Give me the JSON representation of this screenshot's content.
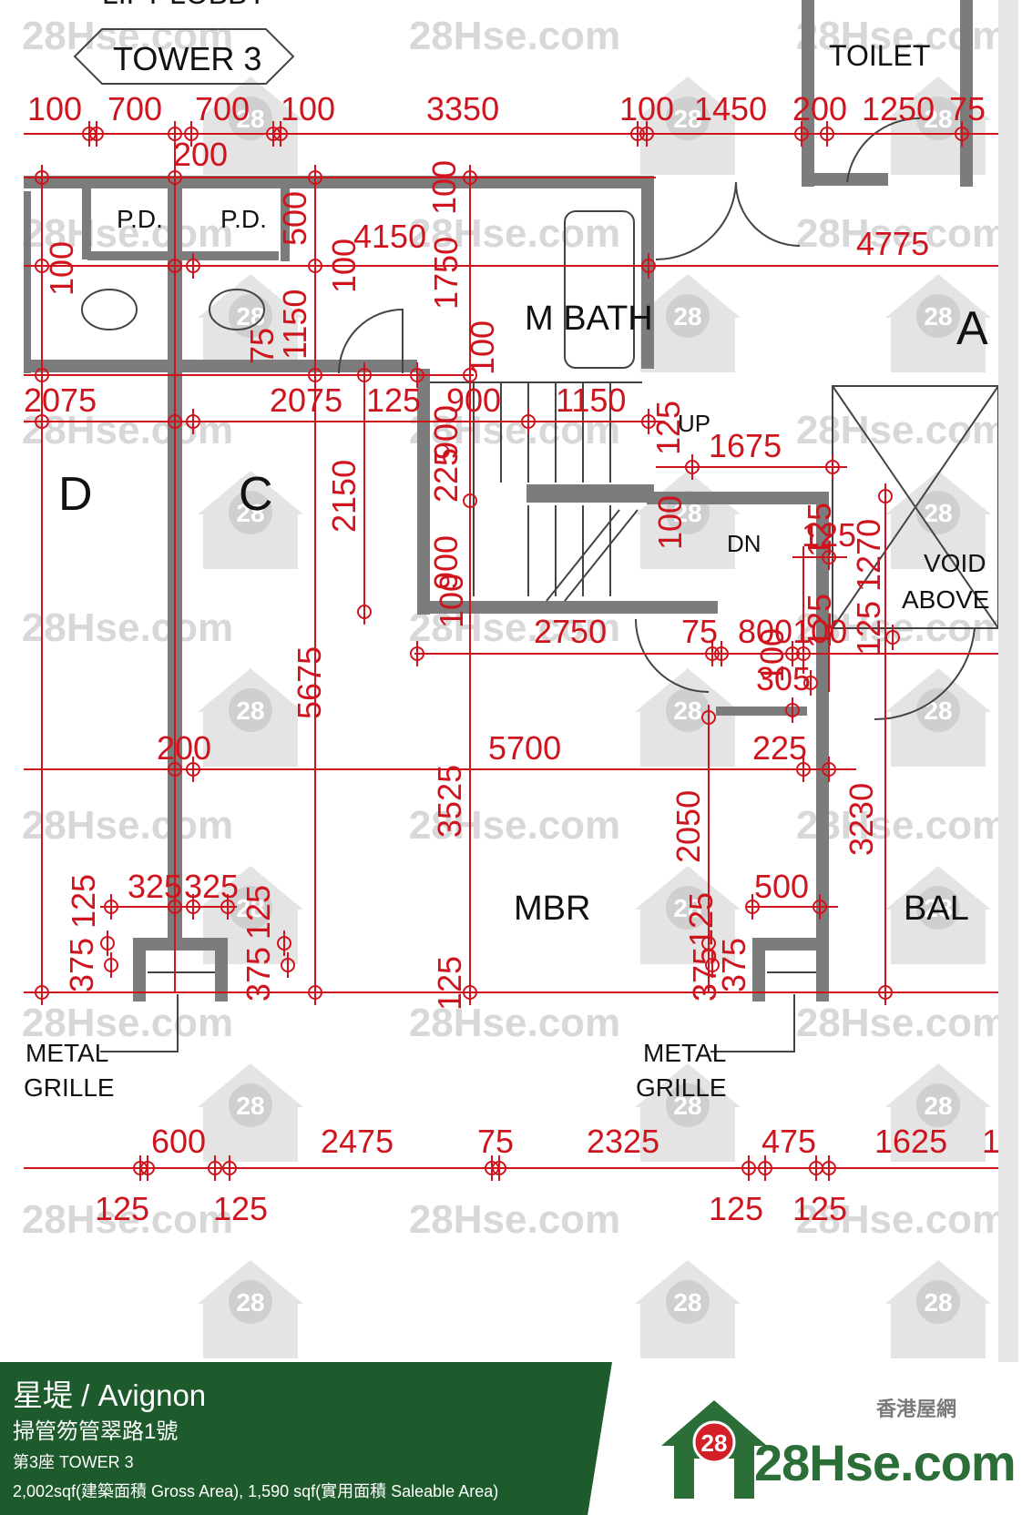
{
  "plan": {
    "tower_label": "TOWER 3",
    "top_label_partial": "LIFT LOBBY",
    "rooms": {
      "toilet": "TOILET",
      "pd_1": "P.D.",
      "pd_2": "P.D.",
      "m_bath": "M  BATH",
      "unit_a": "A",
      "unit_d": "D",
      "unit_c": "C",
      "void_above_1": "VOID",
      "void_above_2": "ABOVE",
      "up": "UP",
      "dn": "DN",
      "mbr": "MBR",
      "bal": "BAL",
      "metal_grille_left_1": "METAL",
      "metal_grille_left_2": "GRILLE",
      "metal_grille_right_1": "METAL",
      "metal_grille_right_2": "GRILLE"
    },
    "dims_h": [
      "100",
      "700",
      "700",
      "100",
      "3350",
      "100",
      "1450",
      "200",
      "1250",
      "75",
      "200",
      "4150",
      "4775",
      "2075",
      "2075",
      "125",
      "900",
      "1150",
      "1675",
      "125",
      "2750",
      "75",
      "800100",
      "305",
      "5700",
      "225",
      "200",
      "325",
      "325",
      "500",
      "600",
      "2475",
      "75",
      "2325",
      "475",
      "1625",
      "1",
      "125",
      "125",
      "125",
      "125"
    ],
    "dims_v": [
      "500",
      "100",
      "100",
      "1750",
      "100",
      "1150",
      "75",
      "100",
      "2150",
      "900",
      "225",
      "900",
      "100",
      "100",
      "125",
      "125",
      "1270",
      "125",
      "5675",
      "3525",
      "2050",
      "3230",
      "125",
      "375",
      "125",
      "375",
      "125",
      "375",
      "125",
      "125",
      "100",
      "375"
    ]
  },
  "watermark": {
    "text": "28Hse.com",
    "badge": "28"
  },
  "footer": {
    "title": "星堤 / Avignon",
    "address": "掃管笏管翠路1號",
    "tower": "第3座   TOWER 3",
    "area": "2,002sqf(建築面積 Gross Area), 1,590 sqf(實用面積 Saleable Area)"
  },
  "brand": {
    "chinese_name": "香港屋網",
    "badge": "28",
    "name": "28Hse.com"
  },
  "colors": {
    "dimension_red": "#d0141e",
    "wall_grey": "#7c7c7c",
    "footer_green": "#1e5b2c",
    "brand_green": "#2c6e37",
    "brand_red": "#d31f26"
  }
}
